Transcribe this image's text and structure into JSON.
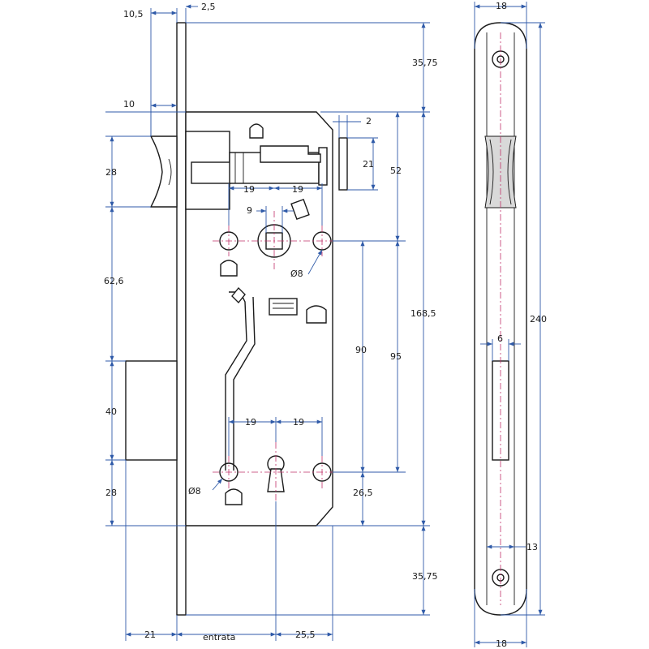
{
  "colors": {
    "outline": "#1a1a1a",
    "dimension": "#2f5aa8",
    "centerline": "#c0306a"
  },
  "dimensions": {
    "top_backset": "10,5",
    "faceplate_thickness": "2,5",
    "top_offset": "35,75",
    "latch_protrusion": "10",
    "bolt_gap": "2",
    "latch_height": "28",
    "bolt_height": "21",
    "upper_span": "52",
    "spacing_a": "19",
    "spacing_b": "19",
    "spindle_square": "9",
    "hole_upper": "Ø8",
    "latch_to_lock": "62,6",
    "hole_spacing": "90",
    "follower_span": "95",
    "case_height": "168,5",
    "plate_length": "240",
    "lock_bolt_height": "40",
    "key_spacing_a": "19",
    "key_spacing_b": "19",
    "hole_lower": "Ø8",
    "bottom_height": "28",
    "key_offset": "26,5",
    "bottom_offset": "35,75",
    "plate_width_top": "18",
    "slot_width": "6",
    "slot_offset": "13",
    "plate_width_bottom": "18",
    "bottom_backset": "21",
    "entry_label": "entrata",
    "key_center": "25,5"
  }
}
